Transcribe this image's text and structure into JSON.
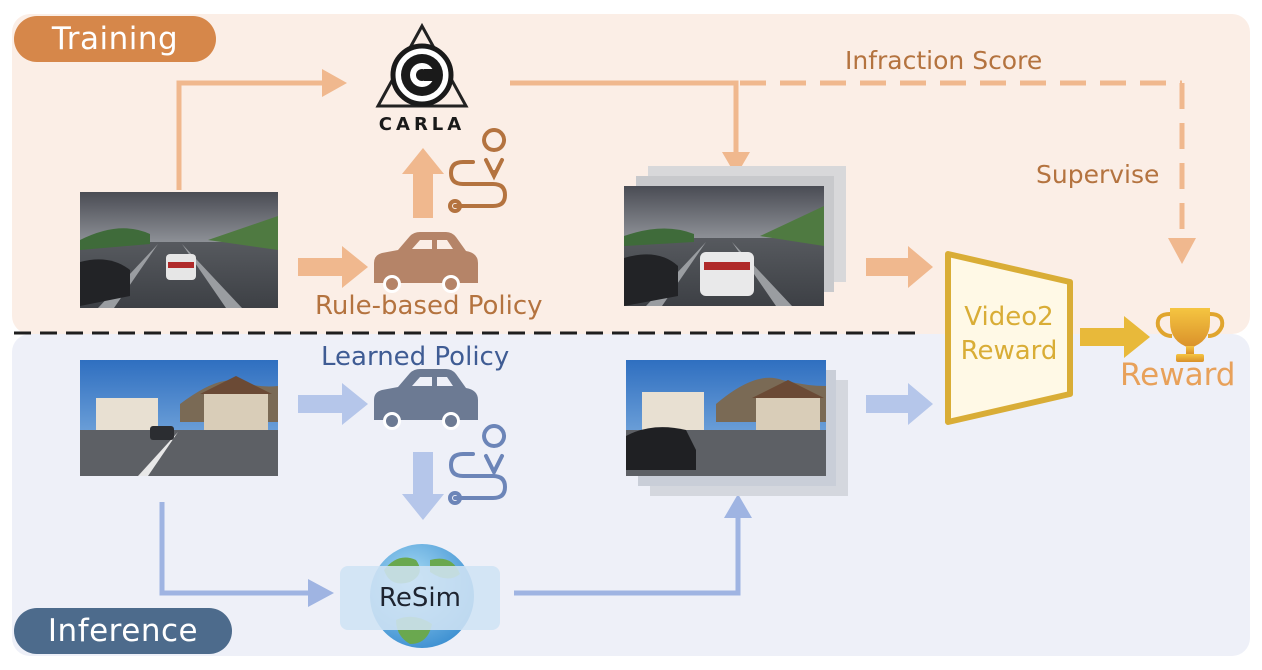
{
  "badges": {
    "training": "Training",
    "inference": "Inference"
  },
  "training": {
    "simulator_logo": "CARLA",
    "infraction_score": "Infraction Score",
    "supervise": "Supervise",
    "policy": "Rule-based Policy"
  },
  "inference": {
    "policy": "Learned Policy",
    "world_model": "ReSim"
  },
  "reward_model": {
    "line1": "Video2",
    "line2": "Reward"
  },
  "output": {
    "label": "Reward"
  },
  "colors": {
    "training_panel": "#fbeee6",
    "inference_panel": "#eef0f8",
    "training_badge": "#d6874a",
    "inference_badge": "#4d6b8c",
    "training_accent": "#f0b88e",
    "training_text": "#b4733f",
    "inference_accent": "#9fb4e2",
    "inference_text": "#3f5c94",
    "reward_gold": "#d9ad36",
    "reward_text": "#e8a15a"
  },
  "icons": {
    "simulator": "carla-logo-icon",
    "policy_car": "car-icon",
    "route": "route-pin-icon",
    "reward": "trophy-icon",
    "world": "globe-icon"
  }
}
